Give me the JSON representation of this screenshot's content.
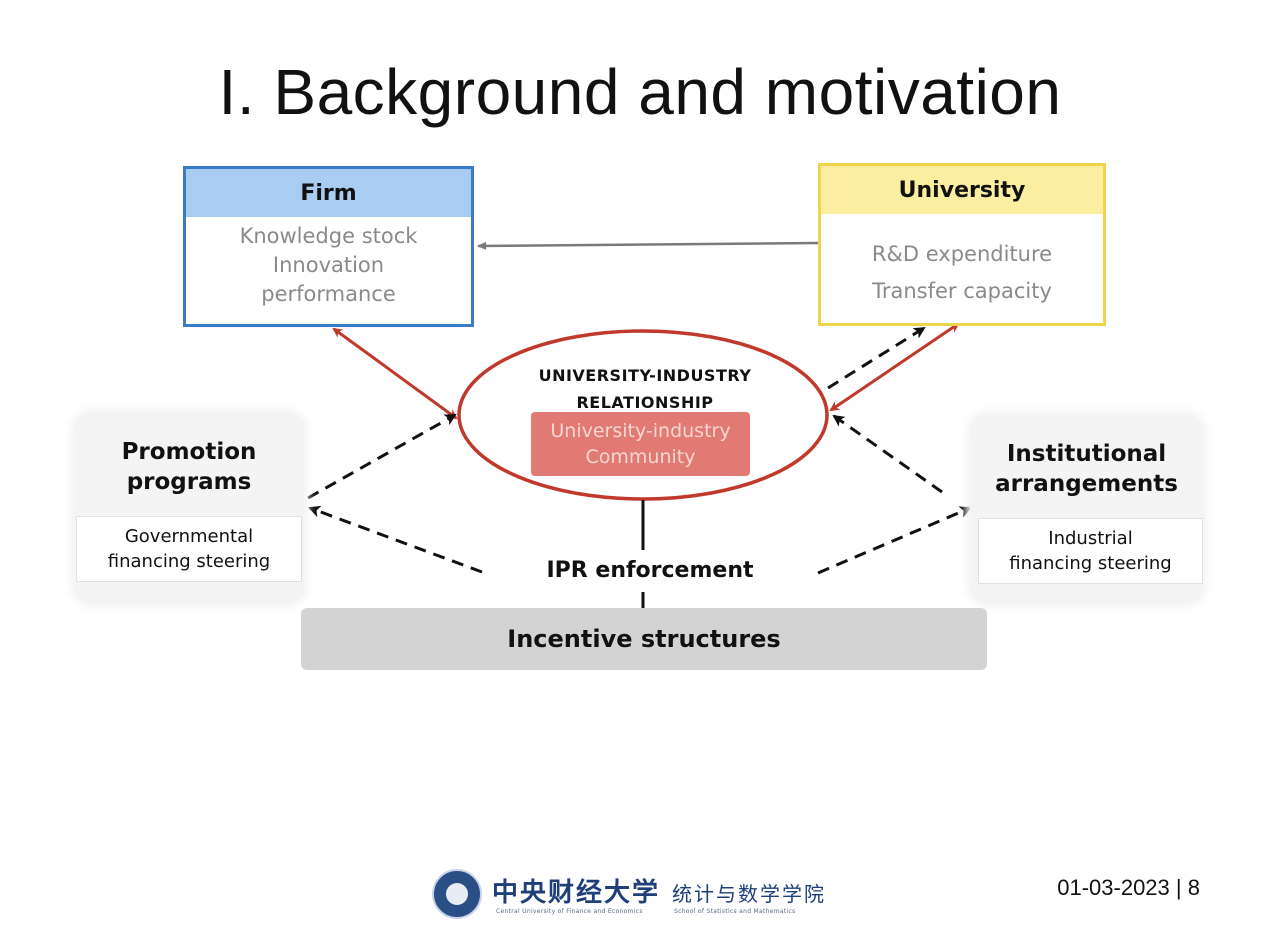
{
  "slide": {
    "title": "I. Background and motivation",
    "date": "01-03-2023",
    "separator": "|",
    "page_number": "8"
  },
  "firm": {
    "title": "Firm",
    "lines": [
      "Knowledge stock",
      "Innovation",
      "performance"
    ]
  },
  "university": {
    "title": "University",
    "lines": [
      "R&D expenditure",
      "Transfer capacity"
    ]
  },
  "relationship": {
    "title_line1": "UNIVERSITY-INDUSTRY",
    "title_line2": "RELATIONSHIP",
    "community_line1": "University-industry",
    "community_line2": "Community"
  },
  "promotion": {
    "title_line1": "Promotion",
    "title_line2": "programs",
    "sub_line1": "Governmental",
    "sub_line2": "financing steering"
  },
  "institutional": {
    "title_line1": "Institutional",
    "title_line2": "arrangements",
    "sub_line1": "Industrial",
    "sub_line2": "financing steering"
  },
  "ipr": {
    "label": "IPR enforcement"
  },
  "incentive": {
    "label": "Incentive structures"
  },
  "logo": {
    "name_cn": "中央财经大学",
    "name_en": "Central University of Finance and Economics",
    "school_cn": "统计与数学学院",
    "school_en": "School of Statistics and Mathematics"
  },
  "colors": {
    "firm_border": "#3a7bc8",
    "firm_header": "#a9cdf2",
    "university_border": "#f0d44a",
    "university_header": "#fbeea0",
    "relationship_red": "#c0392b",
    "community_fill": "#e07a72",
    "incentive_fill": "#d3d3d3"
  }
}
